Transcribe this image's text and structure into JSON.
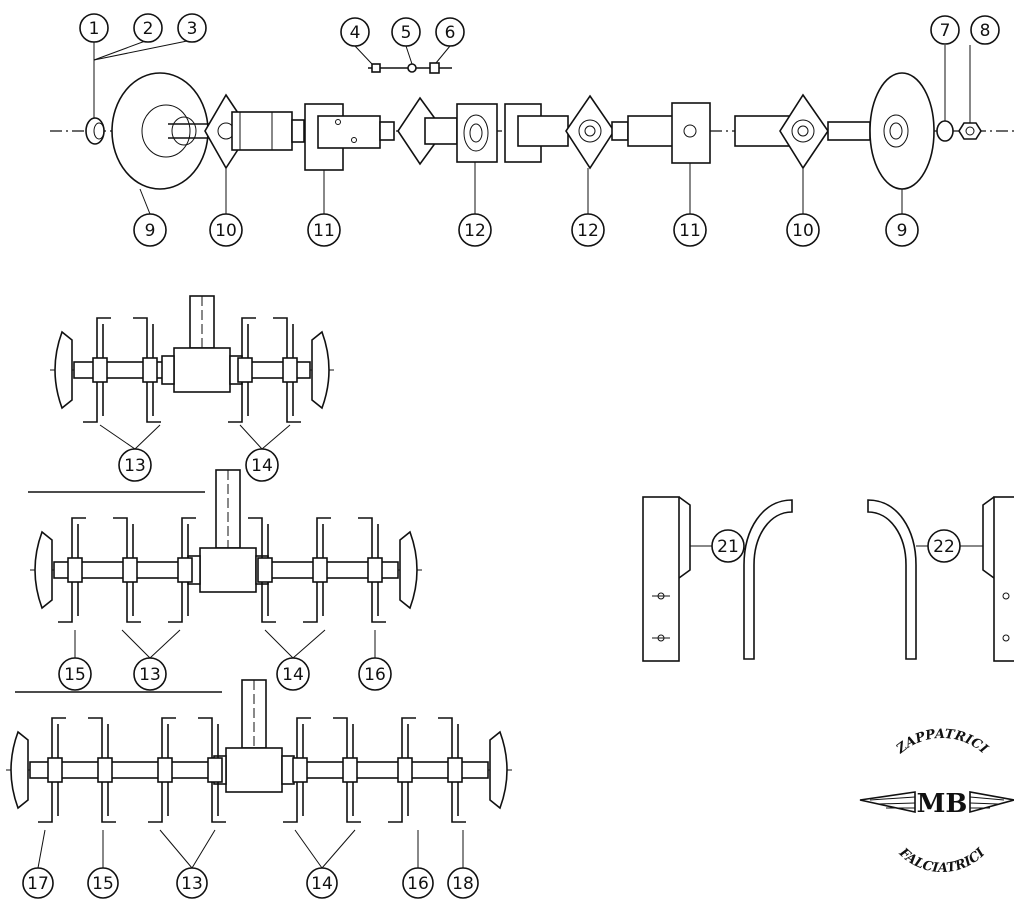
{
  "callouts": {
    "c1": "1",
    "c2": "2",
    "c3": "3",
    "c4": "4",
    "c5": "5",
    "c6": "6",
    "c7": "7",
    "c8": "8",
    "c9a": "9",
    "c10a": "10",
    "c11a": "11",
    "c12a": "12",
    "c12b": "12",
    "c11b": "11",
    "c10b": "10",
    "c9b": "9",
    "r1_13": "13",
    "r1_14": "14",
    "r2_15": "15",
    "r2_13": "13",
    "r2_14": "14",
    "r2_16": "16",
    "r3_17": "17",
    "r3_15": "15",
    "r3_13": "13",
    "r3_14": "14",
    "r3_16": "16",
    "r3_18": "18",
    "b21": "21",
    "b22": "22"
  },
  "logo": {
    "top_text": "ZAPPATRICI",
    "mark": "MB",
    "bottom_text": "FALCIATRICI"
  }
}
